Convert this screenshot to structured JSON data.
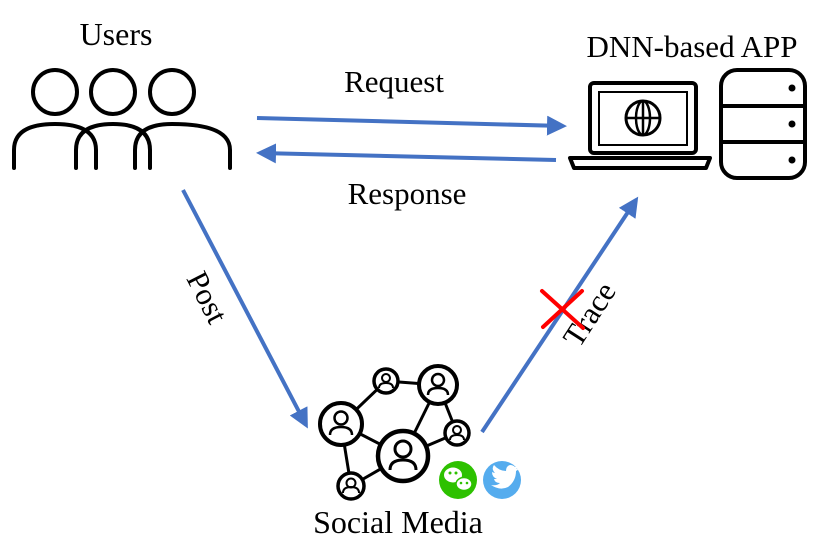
{
  "labels": {
    "users": "Users",
    "app": "DNN-based APP",
    "request": "Request",
    "response": "Response",
    "post": "Post",
    "trace": "Trace",
    "social_media": "Social Media"
  },
  "icons": {
    "users": "users-group-icon",
    "laptop": "laptop-globe-icon",
    "database": "database-icon",
    "network": "social-network-icon",
    "wechat": "wechat-icon",
    "twitter": "twitter-icon",
    "blocked": "red-cross-icon"
  },
  "colors": {
    "arrow": "#4472c4",
    "cross": "#ff0000",
    "wechat": "#2dc100",
    "twitter": "#55acee"
  }
}
